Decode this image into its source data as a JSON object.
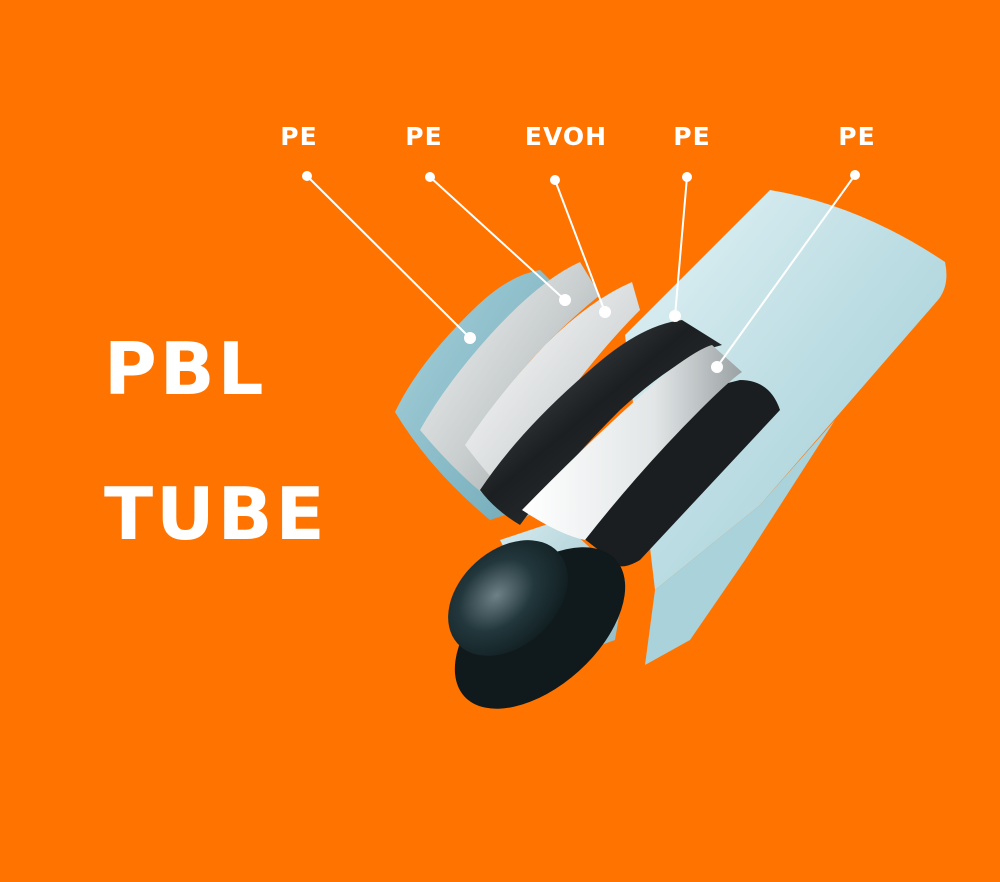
{
  "title": {
    "line1": "PBL",
    "line2": "TUBE"
  },
  "layers": [
    {
      "label": "PE"
    },
    {
      "label": "PE"
    },
    {
      "label": "EVOH"
    },
    {
      "label": "PE"
    },
    {
      "label": "PE"
    }
  ],
  "colors": {
    "background": "#FF7300",
    "text": "#FFFFFF",
    "tube_body": "#BFE0E6",
    "cap": "#1A2E32"
  }
}
